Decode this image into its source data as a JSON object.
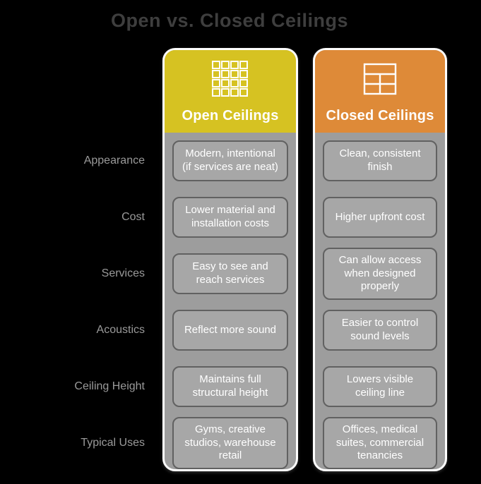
{
  "title": "Open vs. Closed Ceilings",
  "colors": {
    "background": "#000000",
    "title_text": "#3e3e3e",
    "open_header": "#d6c222",
    "closed_header": "#de8a38",
    "card_body": "#9d9d9d",
    "cell_fill": "#a7a7a7",
    "cell_border": "#616161",
    "cell_text": "#ffffff",
    "row_label_text": "#9a9a9a",
    "card_border": "#fdfdfd"
  },
  "row_labels": [
    "Appearance",
    "Cost",
    "Services",
    "Acoustics",
    "Ceiling Height",
    "Typical Uses"
  ],
  "columns": [
    {
      "header": "Open Ceilings",
      "icon": "open-grid-ceiling-icon",
      "cells": [
        "Modern, intentional (if services are neat)",
        "Lower material and installation costs",
        "Easy to see and reach services",
        "Reflect more sound",
        "Maintains full structural height",
        "Gyms, creative studios, warehouse retail"
      ]
    },
    {
      "header": "Closed Ceilings",
      "icon": "closed-panel-ceiling-icon",
      "cells": [
        "Clean, consistent finish",
        "Higher upfront cost",
        "Can allow access when designed properly",
        "Easier to control sound levels",
        "Lowers visible ceiling line",
        "Offices, medical suites, commercial tenancies"
      ]
    }
  ]
}
